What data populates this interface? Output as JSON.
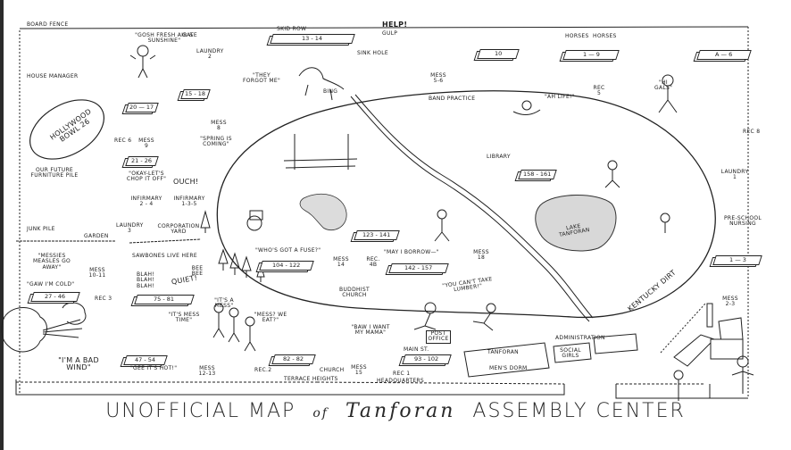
{
  "title": {
    "prefix": "UNOFFICIAL MAP",
    "of": "of",
    "name": "Tanforan",
    "suffix": "ASSEMBLY CENTER"
  },
  "perimeter": {
    "board_fence": "BOARD FENCE",
    "gate": "GATE",
    "help": "HELP!",
    "gulp": "GULP",
    "sink_hole": "SINK HOLE"
  },
  "barracks": {
    "skid_row": "SKID ROW",
    "skid_row_numbers": "13 - 14",
    "b10": "10",
    "b1_9": "1 — 9",
    "a6": "A — 6",
    "b1_3": "1 — 3",
    "b20_17": "20 — 17",
    "b15_18": "15 - 18",
    "b21_26": "21 - 26",
    "b104_122": "104 - 122",
    "b123_141": "123 - 141",
    "b142_157": "142 - 157",
    "b158_161": "158 - 161",
    "b27_46": "27 - 46",
    "b75_81": "75 - 81",
    "b47_54": "47 - 54",
    "b82_82": "82 - 82",
    "b93_102": "93 - 102"
  },
  "places": {
    "house_manager": "HOUSE MANAGER",
    "hollywood_bowl": "HOLLYWOOD BOWL 26",
    "laundry_2": "LAUNDRY 2",
    "laundry_3": "LAUNDRY 3",
    "laundry_1": "LAUNDRY 1",
    "mess_8": "MESS 8",
    "mess_9": "MESS 9",
    "rec_6": "REC 6",
    "mess_5_6": "MESS 5-6",
    "rec_5": "REC 5",
    "rec_8": "REC 8",
    "band_practice": "BAND PRACTICE",
    "library": "LIBRARY",
    "lake_tanforan": "LAKE TANFORAN",
    "kentucky_dirt": "KENTUCKY DIRT",
    "pre_school": "PRE-SCHOOL NURSING",
    "mess_2_3": "MESS 2-3",
    "mess_18": "MESS 18",
    "mess_14": "MESS 14",
    "rec_4b": "REC. 4B",
    "infirmary_2_4": "INFIRMARY 2 - 4",
    "infirmary_1_3_5": "INFIRMARY 1-3-5",
    "our_future_furniture": "OUR FUTURE FURNITURE PILE",
    "junk_pile": "JUNK PILE",
    "garden": "GARDEN",
    "corporation_yard": "CORPORATION YARD",
    "sawbones": "SAWBONES LIVE HERE",
    "mess_10_11": "MESS 10-11",
    "rec_3": "REC 3",
    "mess_12_13": "MESS 12-13",
    "rec_2": "REC.2",
    "church": "CHURCH",
    "mess_15": "MESS 15",
    "terrace_heights": "TERRACE HEIGHTS",
    "rec_1": "REC 1",
    "headquarters": "HEADQUARTERS",
    "main_st": "MAIN ST.",
    "post_office": "POST OFFICE",
    "buddhist_church": "BUDDHIST CHURCH",
    "tanforan_mens_dorm_1": "TANFORAN",
    "tanforan_mens_dorm_2": "MEN'S DORM",
    "social_girls": "SOCIAL GIRLS",
    "administration": "ADMINISTRATION"
  },
  "quotes": {
    "gosh": "\"GOSH FRESH AIR & SUNSHINE\"",
    "they_forgot": "\"THEY FORGOT ME\"",
    "bing": "BING",
    "ah_life": "\"AH LIFE!\"",
    "hi_gals": "\"HI GALS\"",
    "spring": "\"SPRING IS COMING\"",
    "okay_lets": "\"OKAY-LET'S CHOP IT OFF\"",
    "ouch": "OUCH!",
    "messies": "\"MESSIES MEASLES GO AWAY\"",
    "bee_bee": "BEE BEE",
    "blah": "BLAH! BLAH! BLAH!",
    "quiet": "QUIET!",
    "gee_im_cold": "\"GAW I'M COLD\"",
    "whos_got_fuse": "\"WHO'S GOT A FUSE?\"",
    "may_i_borrow": "\"MAY I BORROW—\"",
    "you_cant": "\"YOU CAN'T TAKE LUMBER!\"",
    "its_mess_time": "\"IT'S MESS TIME\"",
    "its_a_mess": "\"IT'S A MESS\"",
    "messt_we_eat": "\"MESS? WE EAT?\"",
    "bad_wind": "\"I'M A BAD WIND\"",
    "gee_hot": "\"GEE IT'S HOT!\"",
    "baw": "\"BAW I WANT MY MAMA\""
  },
  "colors": {
    "ink": "#1b1b1b",
    "paper": "#ffffff"
  }
}
